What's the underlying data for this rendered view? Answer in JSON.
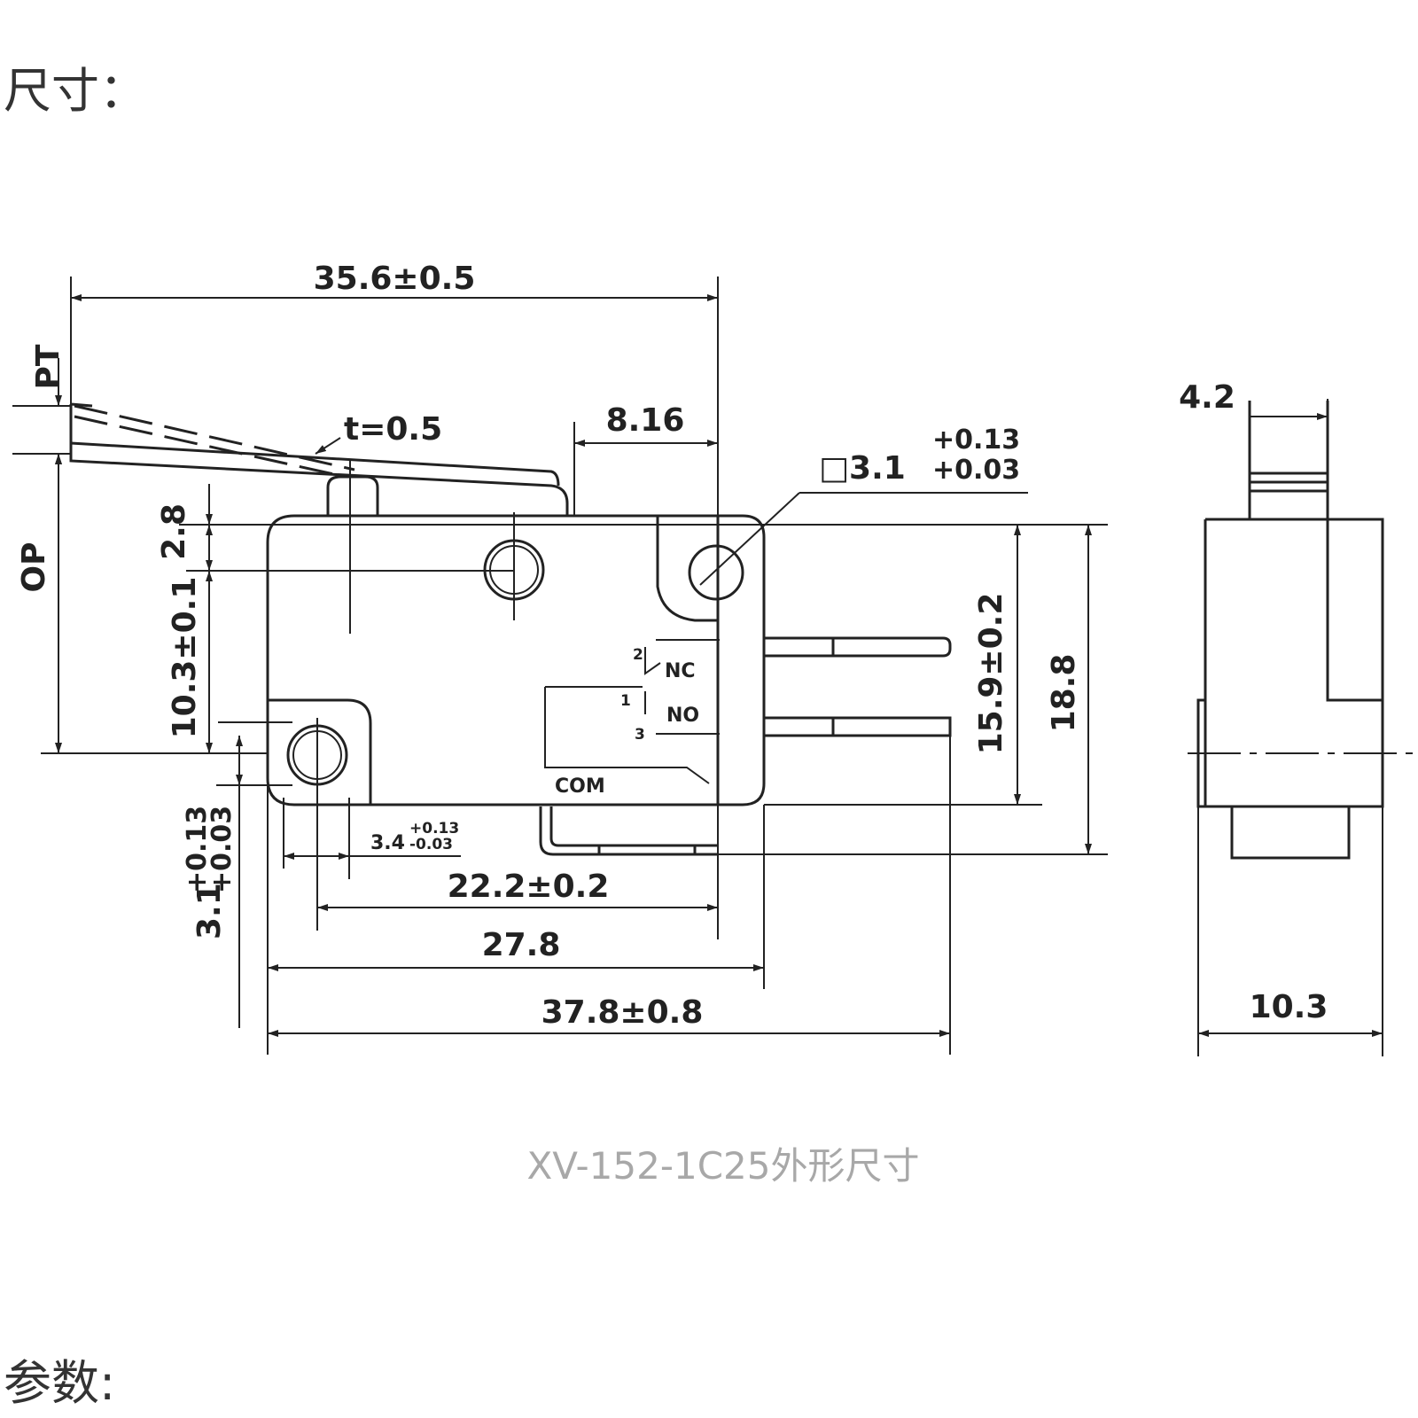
{
  "headings": {
    "size": "尺寸：",
    "params": "参数:"
  },
  "drawing": {
    "caption": "XV-152-1C25外形尺寸",
    "dims": {
      "overall_lever": "35.6±0.5",
      "lever_offset": "8.16",
      "thickness": "t=0.5",
      "hole_size": "□3.1",
      "hole_tol_plus": "+0.13",
      "hole_tol_minus": "+0.03",
      "pt": "PT",
      "op": "OP",
      "plunger_h": "2.8",
      "hole_h": "10.3±0.1",
      "body_h": "15.9±0.2",
      "total_h": "18.8",
      "hole_dia_v": "3.1",
      "hole_dia_v_plus": "+0.13",
      "hole_dia_v_minus": "+0.03",
      "terminal_w": "3.4",
      "terminal_tol_plus": "+0.13",
      "terminal_tol_minus": "-0.03",
      "hole_pitch": "22.2±0.2",
      "body_w": "27.8",
      "overall_w": "37.8±0.8",
      "side_top": "4.2",
      "side_w": "10.3"
    },
    "terminals": {
      "nc": "NC",
      "no": "NO",
      "com": "COM",
      "n1": "1",
      "n2": "2",
      "n3": "3"
    }
  }
}
